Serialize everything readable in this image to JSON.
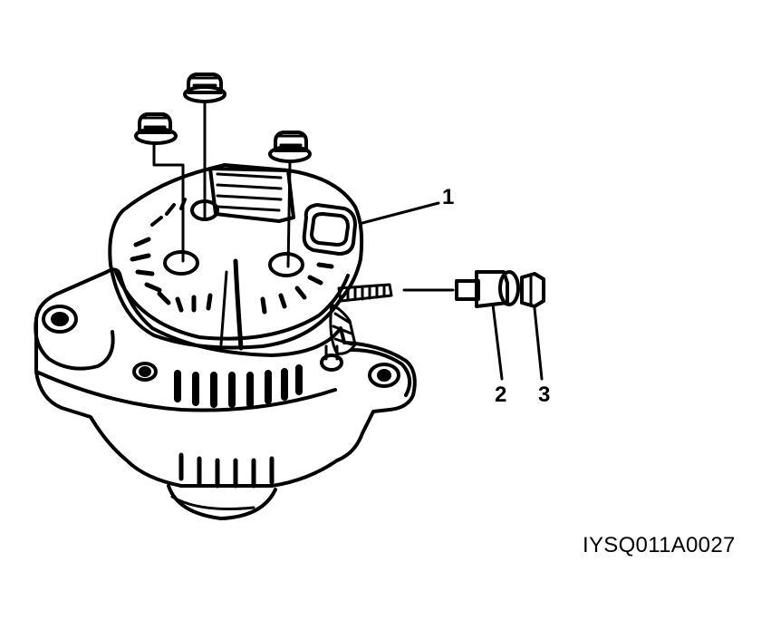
{
  "callouts": [
    {
      "id": "1",
      "label": "1"
    },
    {
      "id": "2",
      "label": "2"
    },
    {
      "id": "3",
      "label": "3"
    }
  ],
  "figure_code": "IYSQ011A0027",
  "colors": {
    "ink": "#000000",
    "paper": "#ffffff"
  },
  "icons": [
    "alternator-body",
    "mounting-nut",
    "terminal-bolt",
    "insulator-bushing",
    "terminal-nut"
  ]
}
